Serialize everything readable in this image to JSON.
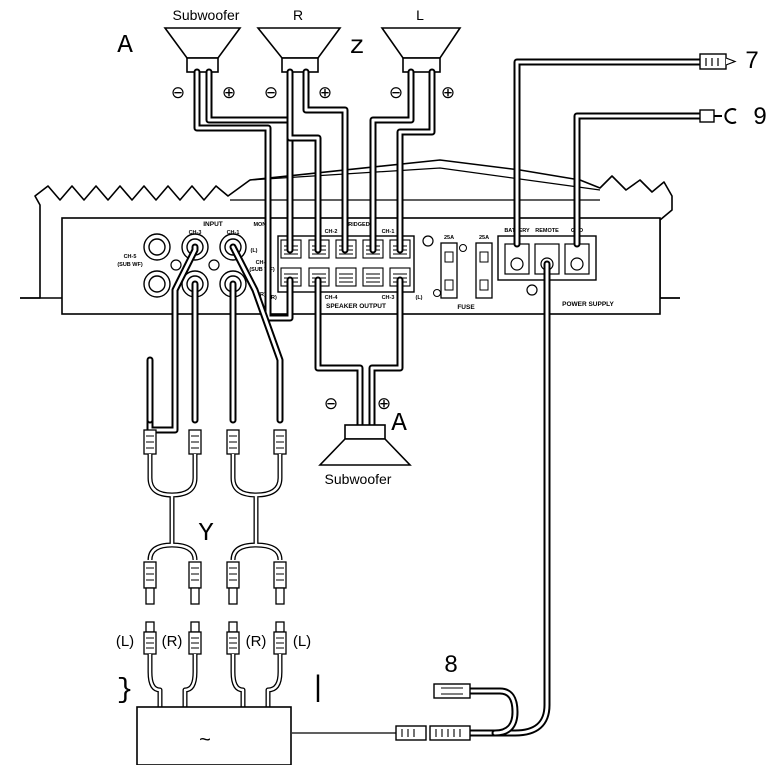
{
  "speakers": {
    "sub_top_label": "Subwoofer",
    "right_label": "R",
    "left_label": "L",
    "sub_bottom_label": "Subwoofer"
  },
  "polarity": {
    "minus": "⊖",
    "plus": "⊕"
  },
  "callouts": {
    "a_top": "A",
    "z": "z",
    "a_bottom": "A",
    "seven": "7",
    "nine": "9",
    "eight": "8",
    "y": "Y",
    "brace": "}",
    "bar": "|"
  },
  "amplifier": {
    "input_label": "INPUT",
    "ch3": "CH-3",
    "ch1": "CH-1",
    "ch5": "CH-5",
    "sub_wf": "(SUB WF)",
    "ch6": "CH-6",
    "sub_wf_2": "(SUB WF)",
    "mono": "MONO",
    "bridged": "BRIDGED",
    "out_ch2": "CH-2",
    "out_ch1": "CH-1",
    "out_ch4": "CH-4",
    "out_ch3": "CH-3",
    "l": "(L)",
    "r": "(R)",
    "speaker_output": "SPEAKER OUTPUT",
    "fuse_rating_1": "25A",
    "fuse_rating_2": "25A",
    "fuse_label": "FUSE",
    "battery": "BATTERY",
    "remote": "REMOTE",
    "gnd": "GND",
    "power_supply": "POWER SUPPLY"
  },
  "rca": {
    "left_label": "(L)",
    "right_label": "(R)"
  },
  "source": {
    "symbol": "~"
  }
}
